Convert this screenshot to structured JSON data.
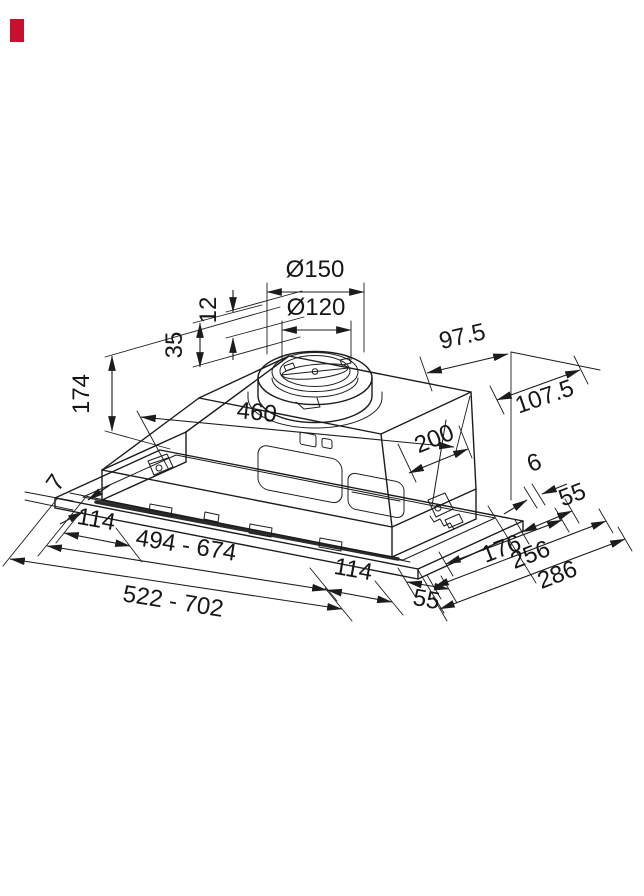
{
  "brand": {
    "logo_color": "#c8102e"
  },
  "drawing": {
    "description": "built-in cooker hood dimensional drawing",
    "dims": {
      "flange_outer_dia": "Ø150",
      "flange_inner_dia": "Ø120",
      "stub_height": "12",
      "collar_height": "35",
      "total_height": "174",
      "rear_top_left": "97.5",
      "rear_top_right": "107.5",
      "inner_width": "460",
      "inner_depth": "200",
      "lip_thickness": "7",
      "left_inset": "114",
      "cutout_width_range": "494 - 674",
      "right_inset": "114",
      "overall_width_range": "522 - 702",
      "bottom_offset": "55",
      "rear_gap": "6",
      "rear_offset": "55",
      "inner_rear_depth": "176",
      "cutout_depth": "256",
      "overall_depth": "286"
    }
  }
}
